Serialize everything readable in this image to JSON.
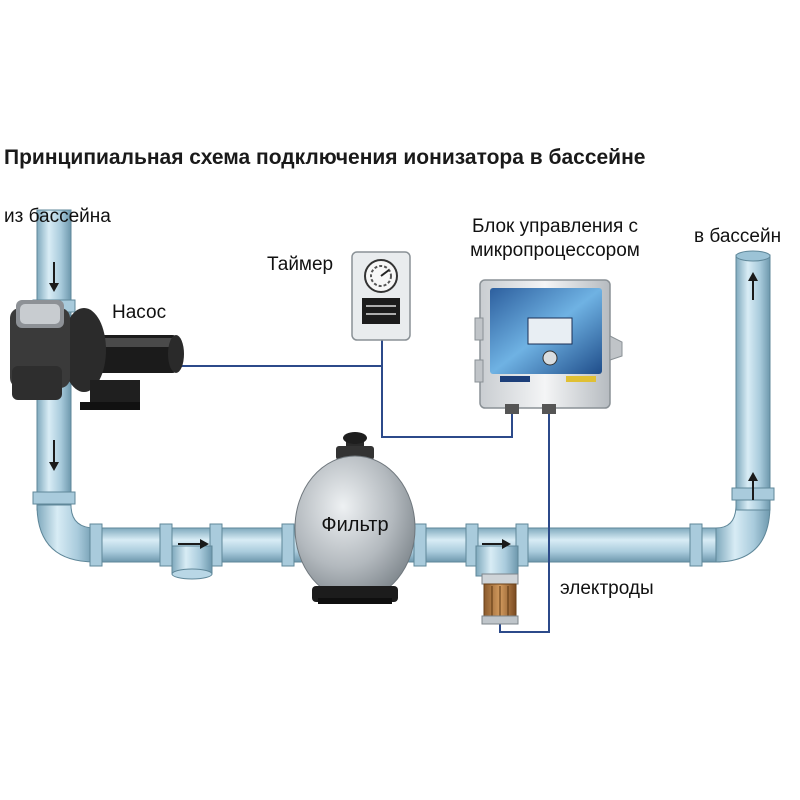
{
  "title": "Принципиальная схема подключения ионизатора в бассейне",
  "labels": {
    "from_pool": "из бассейна",
    "to_pool": "в бассейн",
    "pump": "Насос",
    "timer": "Таймер",
    "control_unit_line1": "Блок управления с",
    "control_unit_line2": "микропроцессором",
    "filter": "Фильтр",
    "electrodes": "электроды"
  },
  "colors": {
    "pipe": "#b9d7e6",
    "pipe_edge": "#5f8799",
    "wire": "#2c4a8a",
    "arrow": "#1a1a1a"
  }
}
